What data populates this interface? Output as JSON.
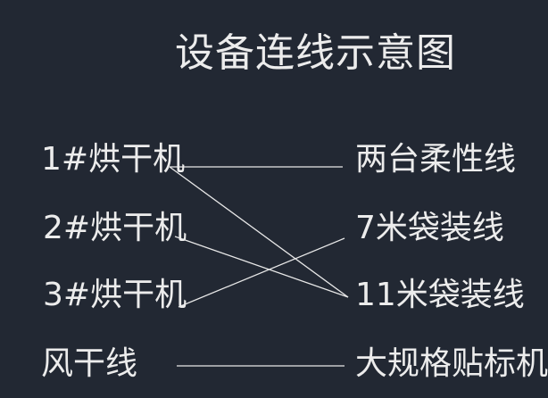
{
  "diagram": {
    "title": "设备连线示意图",
    "left_nodes": [
      {
        "id": "L1",
        "label": "1#烘干机"
      },
      {
        "id": "L2",
        "label": "2#烘干机"
      },
      {
        "id": "L3",
        "label": "3#烘干机"
      },
      {
        "id": "L4",
        "label": "风干线"
      }
    ],
    "right_nodes": [
      {
        "id": "R1",
        "label": "两台柔性线"
      },
      {
        "id": "R2",
        "label": "7米袋装线"
      },
      {
        "id": "R3",
        "label": "11米袋装线"
      },
      {
        "id": "R4",
        "label": "大规格贴标机"
      }
    ],
    "connections": [
      {
        "from": "L1",
        "to": "R1"
      },
      {
        "from": "L1",
        "to": "R3"
      },
      {
        "from": "L2",
        "to": "R3"
      },
      {
        "from": "L3",
        "to": "R2"
      },
      {
        "from": "L4",
        "to": "R4"
      }
    ],
    "colors": {
      "background": "#222833",
      "foreground": "#ececec"
    }
  }
}
